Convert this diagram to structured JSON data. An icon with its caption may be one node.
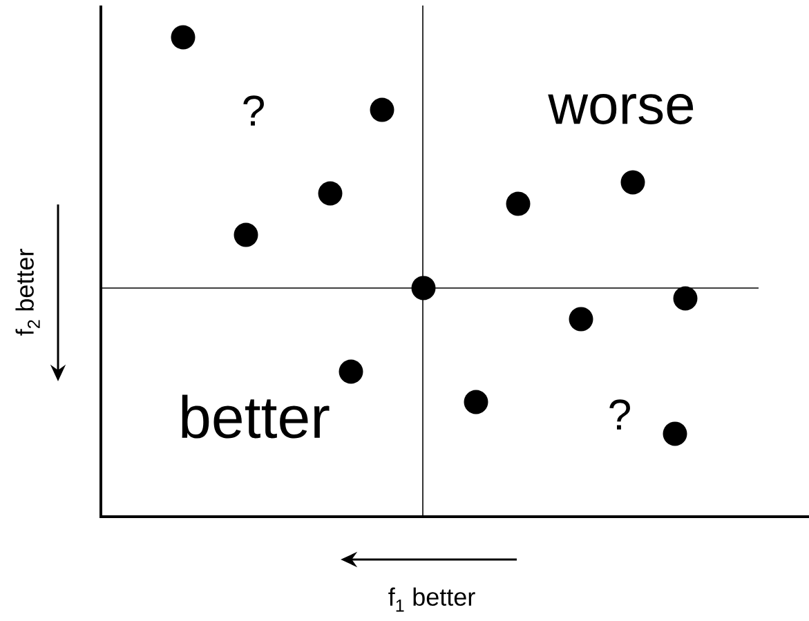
{
  "diagram": {
    "labels": [
      "?",
      "worse",
      "f$_{2}$ better",
      "better",
      "?",
      "f$_{1}$ better"
    ]
  }
}
